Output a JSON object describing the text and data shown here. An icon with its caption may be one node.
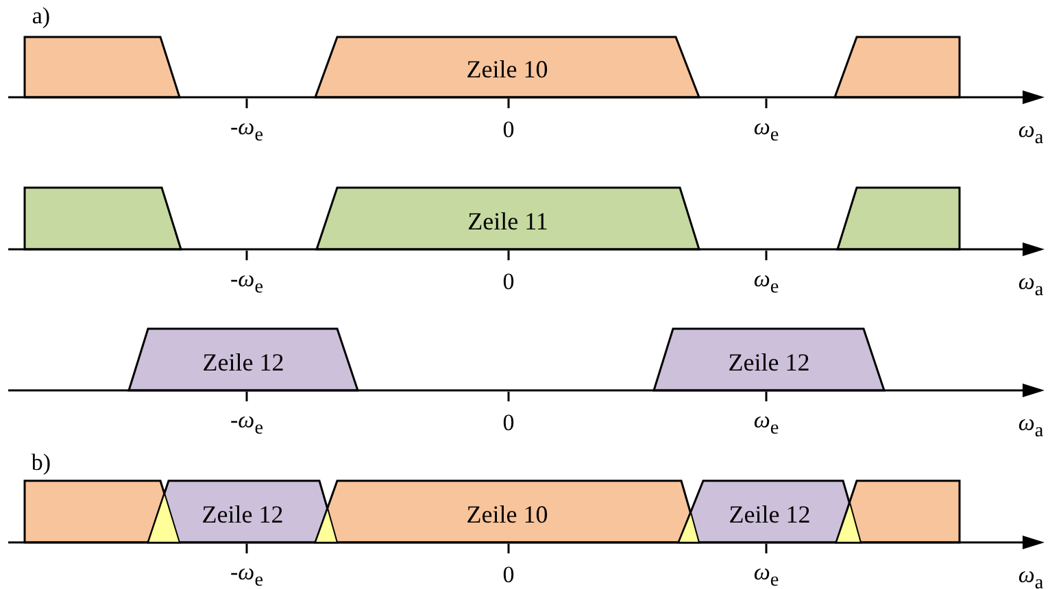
{
  "diagram": {
    "nodes": [
      {
        "text": [],
        "shape": "trapezoid"
      },
      {
        "text": [
          "Zeile 10"
        ]
      },
      {
        "text": [],
        "shape": "trapezoid"
      },
      {
        "text": [],
        "shape": "trapezoid"
      },
      {
        "text": [
          "Zeile 11"
        ]
      },
      {
        "text": [],
        "shape": "trapezoid"
      },
      {
        "text": [
          "Zeile 12"
        ]
      },
      {
        "text": [
          "Zeile 12"
        ]
      },
      {
        "text": [],
        "shape": "trapezoid"
      },
      {
        "text": [
          "Zeile 12"
        ]
      },
      {
        "text": [
          "Zeile 10"
        ]
      },
      {
        "text": [
          "Zeile 12"
        ]
      },
      {
        "text": [],
        "shape": "trapezoid"
      }
    ],
    "labels": [
      "a)",
      "-*ω*$_{e}$",
      "0",
      "*ω*$_{e}$",
      "*ω*$_{a}$",
      "-*ω*$_{e}$",
      "0",
      "*ω*$_{e}$",
      "*ω*$_{a}$",
      "-*ω*$_{e}$",
      "0",
      "*ω*$_{e}$",
      "*ω*$_{a}$",
      "b)",
      "-*ω*$_{e}$",
      "0",
      "*ω*$_{e}$",
      "*ω*$_{a}$"
    ]
  }
}
